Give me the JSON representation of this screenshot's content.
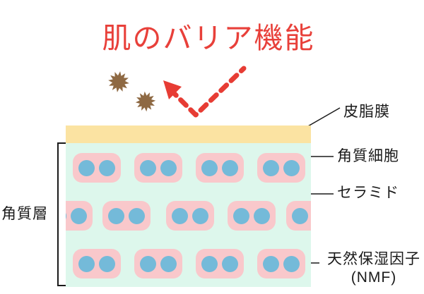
{
  "title": {
    "text": "肌のバリア機能",
    "color": "#e8403a"
  },
  "diagram": {
    "labels": {
      "stratum_corneum": "角質層",
      "sebum_film": "皮脂膜",
      "corneocyte": "角質細胞",
      "ceramide": "セラミド",
      "nmf_line1": "天然保湿因子",
      "nmf_line2": "(NMF)"
    },
    "colors": {
      "title_red": "#e8403a",
      "arrow_red": "#e73c34",
      "allergen_brown": "#8e6943",
      "sebum_film_yellow": "#fbe3a2",
      "ceramide_mint": "#ddf7ec",
      "corneocyte_pink": "#f9c8cb",
      "nmf_dot_blue": "#74bad9",
      "label_text": "#1a1a1a"
    },
    "icons": {
      "allergen": "allergen-burst-icon",
      "arrow": "bounce-arrow-icon",
      "bracket": "stratum-corneum-bracket"
    }
  }
}
